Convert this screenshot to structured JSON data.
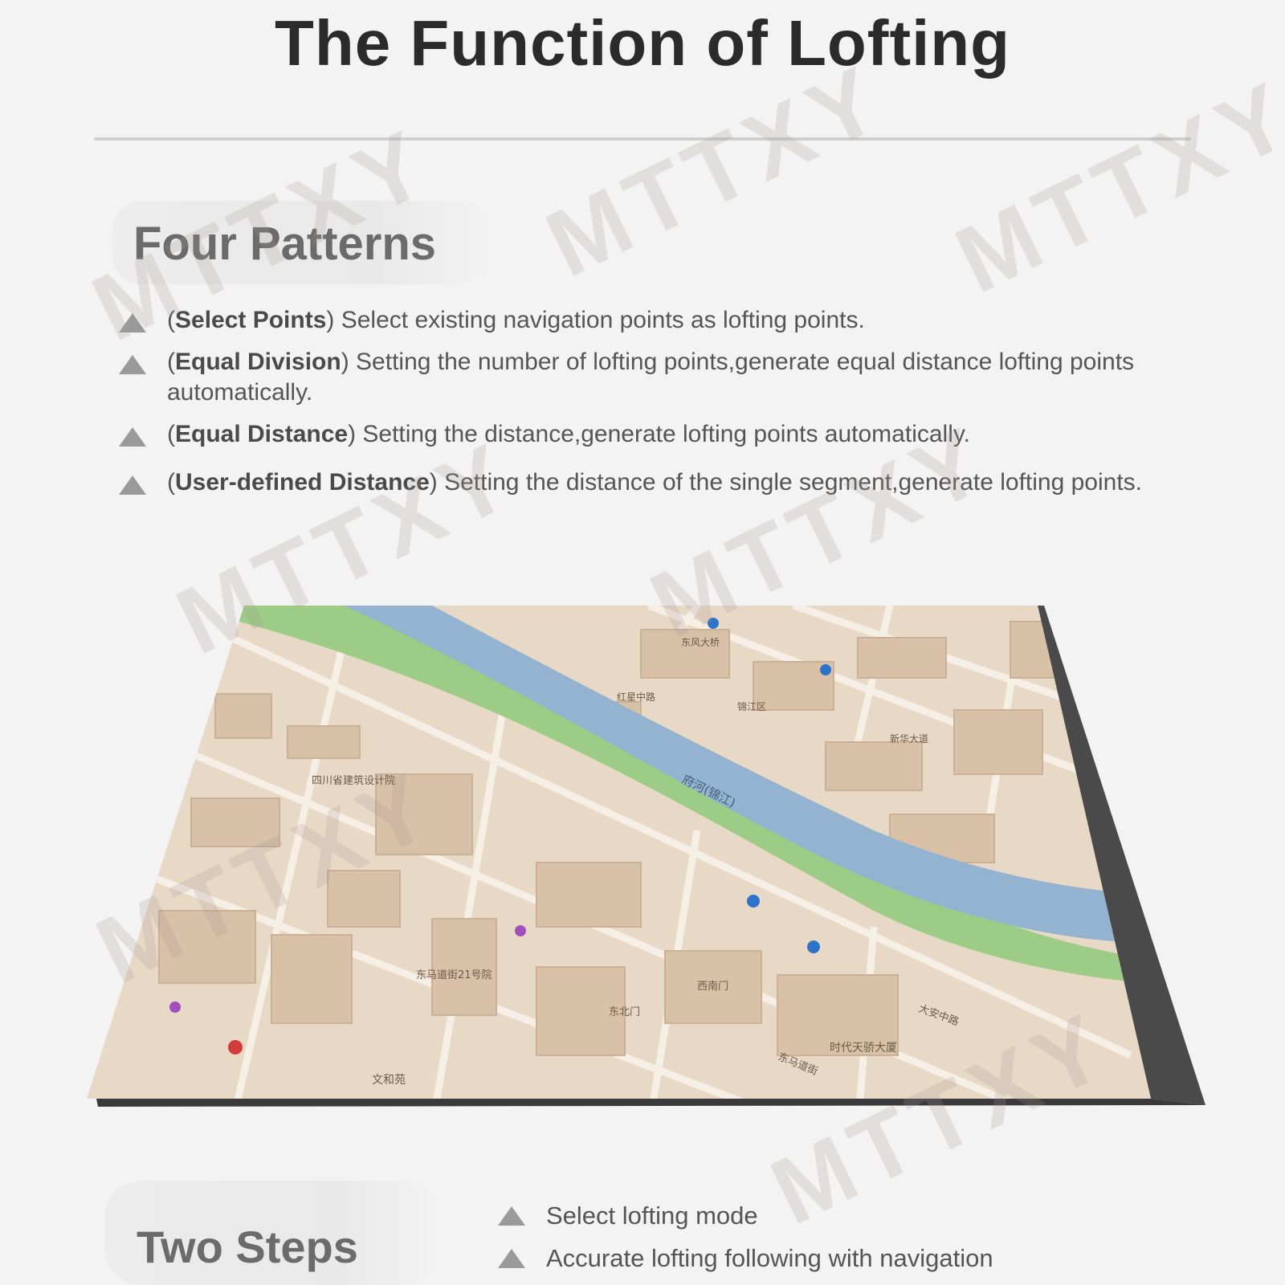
{
  "title": "The Function of Lofting",
  "four_patterns": {
    "heading": "Four Patterns",
    "items": [
      {
        "name": "Select Points",
        "description": "Select existing navigation points as lofting points."
      },
      {
        "name": "Equal Division",
        "description": "Setting the number of lofting points,generate equal distance lofting points automatically."
      },
      {
        "name": "Equal Distance",
        "description": "Setting the distance,generate lofting points automatically."
      },
      {
        "name": "User-defined Distance",
        "description": "Setting the distance of the single segment,generate lofting points."
      }
    ]
  },
  "map": {
    "river_label": "府河(锦江)",
    "labels": [
      "四川省建筑设计院",
      "东马道街21号院",
      "西南门",
      "东北门",
      "文和苑",
      "时代天骄大厦",
      "大安中路",
      "东马道街",
      "红星中路",
      "锦江区",
      "东风大桥",
      "新华大道"
    ]
  },
  "two_steps": {
    "heading": "Two Steps",
    "items": [
      {
        "text": "Select lofting mode"
      },
      {
        "text": "Accurate lofting following with navigation"
      }
    ]
  },
  "watermark_text": "MTTXY",
  "colors": {
    "background": "#f3f3f3",
    "river": "#93b3d0",
    "park": "#9ccc86",
    "land": "#e8d9c6",
    "building": "#d9c3aa"
  }
}
